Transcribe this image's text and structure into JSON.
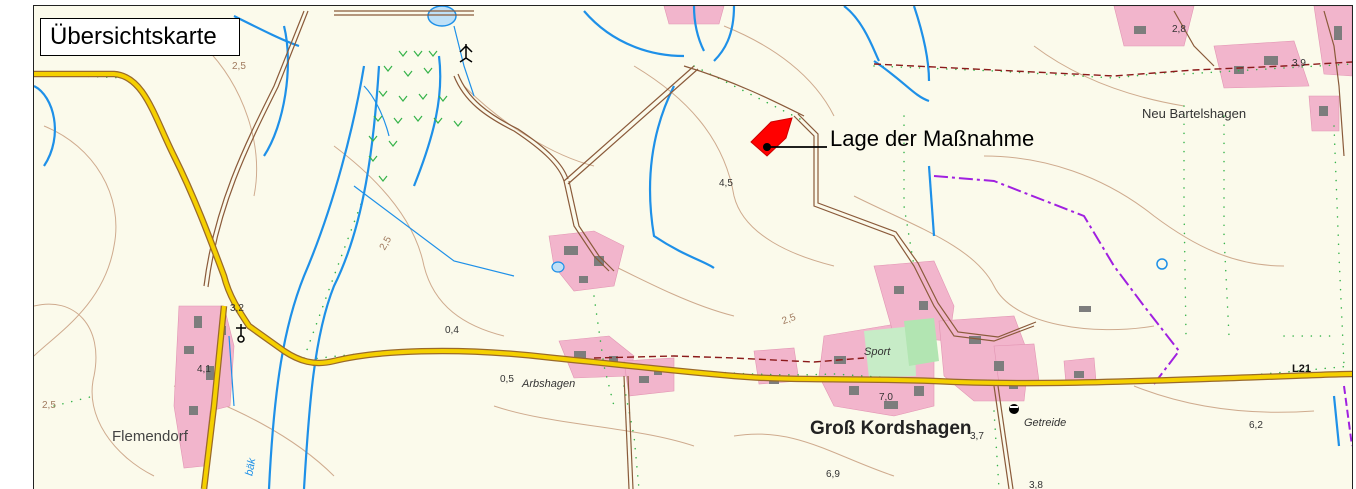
{
  "map": {
    "title": "Übersichtskarte",
    "callout": "Lage der Maßnahme",
    "places": {
      "gross_kordshagen": "Groß Kordshagen",
      "arbshagen": "Arbshagen",
      "flemendorf": "Flemendorf",
      "neu_bartelshagen": "Neu Bartelshagen"
    },
    "features": {
      "sport": "Sport",
      "getreide": "Getreide",
      "road_number": "L21",
      "stream_fragment": "bäk"
    },
    "elevations": [
      "2,8",
      "3,9",
      "4,5",
      "0,4",
      "3,2",
      "4,1",
      "0,5",
      "7,0",
      "3,7",
      "6,2",
      "6,9",
      "3,8",
      "2,5",
      "2,5",
      "2,5",
      "2,5"
    ],
    "colors": {
      "background": "#fbfaeb",
      "road_main": "#f5d000",
      "road_casing": "#9a6a2a",
      "water": "#1e90e8",
      "settlement": "#f2b5cc",
      "building": "#7f7f7f",
      "marker": "#ff0000",
      "hedge": "#36b34a",
      "boundary": "#a020e0",
      "railway_dash": "#8b1a1a",
      "contour": "#caa284"
    }
  }
}
